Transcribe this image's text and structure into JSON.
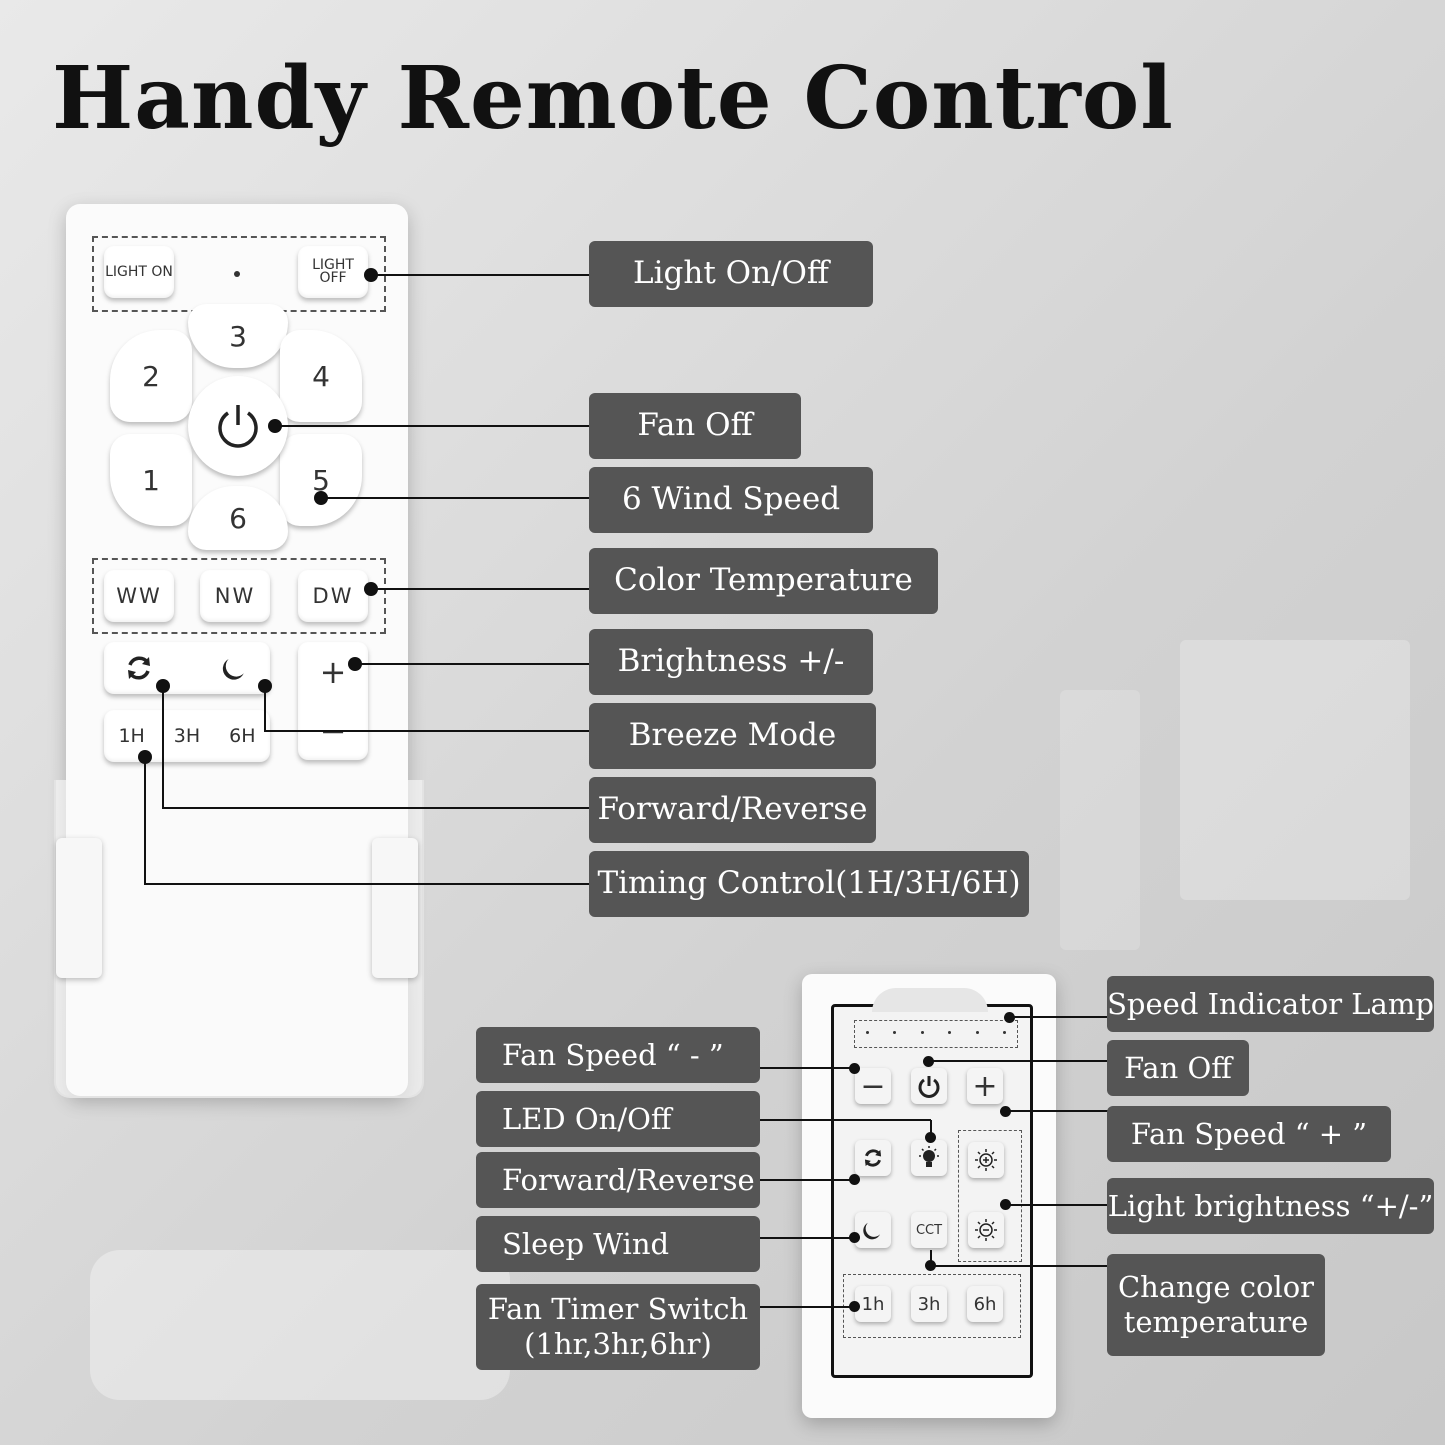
{
  "title": "Handy Remote Control",
  "large_remote": {
    "light_on": "LIGHT ON",
    "light_off": "LIGHT OFF",
    "speeds": [
      "1",
      "2",
      "3",
      "4",
      "5",
      "6"
    ],
    "power_icon": "power-icon",
    "color_buttons": [
      "WW",
      "NW",
      "DW"
    ],
    "reverse_icon": "reverse-icon",
    "breeze_icon": "moon-icon",
    "plus": "+",
    "minus": "−",
    "timers": [
      "1H",
      "3H",
      "6H"
    ]
  },
  "large_labels": {
    "light_on_off": "Light On/Off",
    "fan_off": "Fan Off",
    "wind_speed": "6 Wind Speed",
    "color_temperature": "Color Temperature",
    "brightness": "Brightness +/-",
    "breeze_mode": "Breeze Mode",
    "forward_reverse": "Forward/Reverse",
    "timing_control": "Timing Control(1H/3H/6H)"
  },
  "small_remote": {
    "minus": "−",
    "plus": "+",
    "cct": "CCT",
    "timers": [
      "1h",
      "3h",
      "6h"
    ]
  },
  "small_labels": {
    "speed_indicator": "Speed Indicator Lamp",
    "fan_speed_minus": "Fan Speed “ - ”",
    "fan_off": "Fan Off",
    "led_on_off": "LED On/Off",
    "fan_speed_plus": "Fan Speed “ + ”",
    "forward_reverse": "Forward/Reverse",
    "light_brightness": "Light brightness “+/-”",
    "sleep_wind": "Sleep Wind",
    "change_color_1": "Change color",
    "change_color_2": "temperature",
    "fan_timer_1": "Fan Timer Switch",
    "fan_timer_2": "(1hr,3hr,6hr)"
  }
}
